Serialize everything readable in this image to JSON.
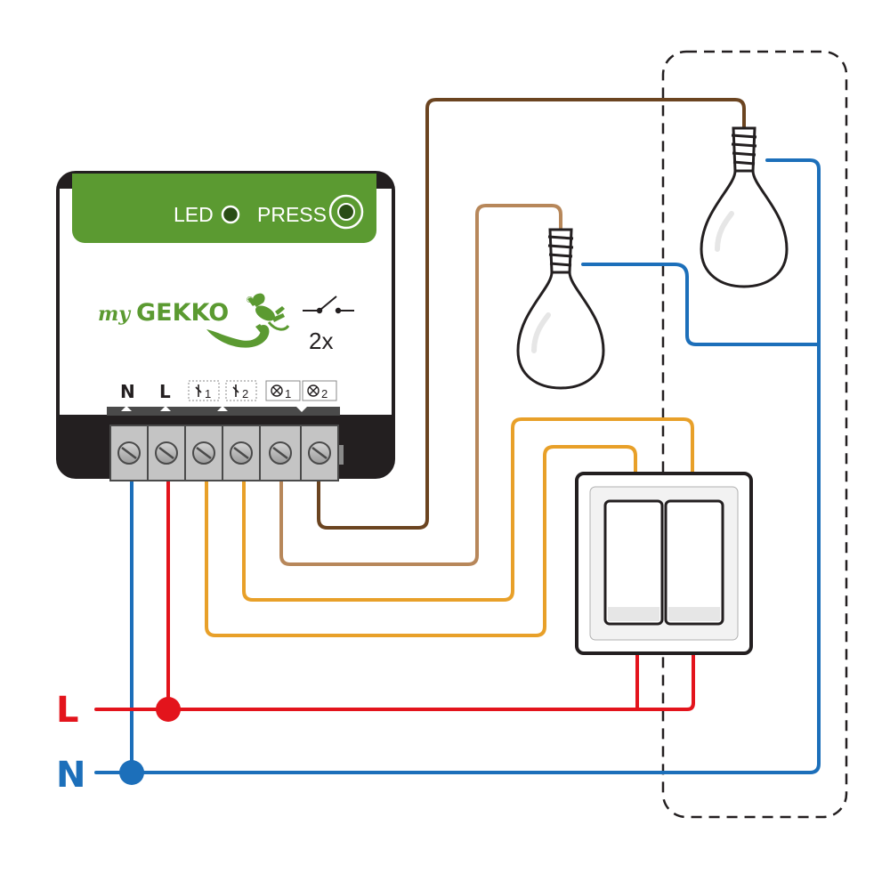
{
  "module": {
    "led_label": "LED",
    "press_label": "PRESS",
    "brand_prefix": "my",
    "brand_name": "GEKKO",
    "brand_mark": "®",
    "channel_count": "2x",
    "terminals": {
      "n": "N",
      "l": "L",
      "s1_sub": "1",
      "s2_sub": "2",
      "o1_sub": "1",
      "o2_sub": "2"
    }
  },
  "supply": {
    "line_label": "L",
    "neutral_label": "N"
  },
  "colors": {
    "line": "#e3141c",
    "neutral": "#1c6fba",
    "switch_wire": "#e8a029",
    "lamp1_wire": "#b7875a",
    "lamp2_wire": "#6b4420",
    "brand_green": "#5b9a31",
    "module_body": "#231f20"
  },
  "icons": {
    "led": "led-indicator-icon",
    "press": "press-button-icon",
    "gecko": "gecko-logo-icon",
    "switch_symbol": "switch-symbol-icon",
    "lamp": "light-bulb-icon",
    "rocker": "double-rocker-switch-icon"
  }
}
